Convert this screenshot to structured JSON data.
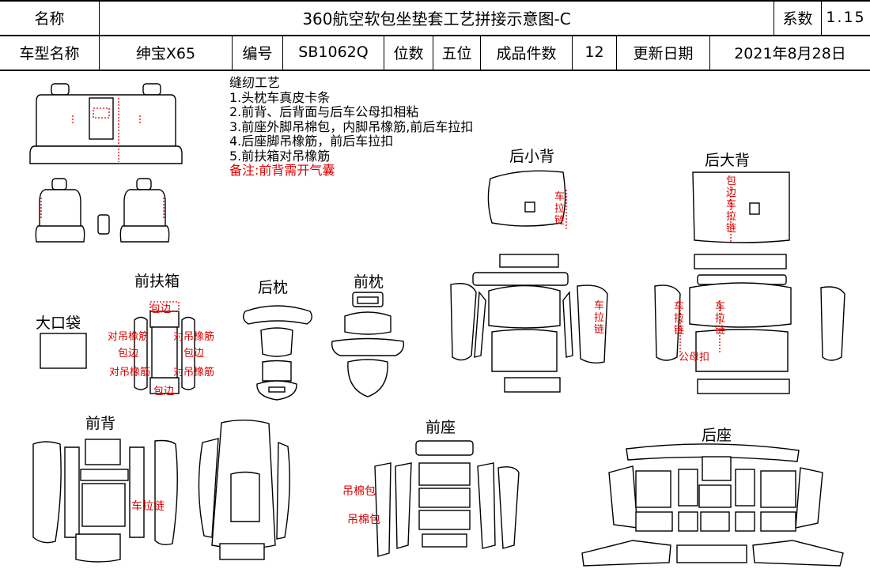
{
  "header": {
    "name_label": "名称",
    "title": "360航空软包坐垫套工艺拼接示意图-C",
    "coef_label": "系数",
    "coef_value": "1.15",
    "model_label": "车型名称",
    "model_value": "绅宝X65",
    "code_label": "编号",
    "code_value": "SB1062Q",
    "seat_label": "位数",
    "seat_value": "五位",
    "count_label": "成品件数",
    "count_value": "12",
    "date_label": "更新日期",
    "date_value": "2021年8月28日"
  },
  "notes": {
    "title": "缝纫工艺",
    "items": [
      "1.头枕车真皮卡条",
      "2.前背、后背面与后车公母扣相粘",
      "3.前座外脚吊棉包，内脚吊橡筋,前后车拉扣",
      "4.后座脚吊橡筋，前后车拉扣",
      "5.前扶箱对吊橡筋"
    ],
    "remark": "备注:前背需开气囊"
  },
  "sections": {
    "rear_small_back": "后小背",
    "rear_big_back": "后大背",
    "front_armrest": "前扶箱",
    "rear_headrest": "后枕",
    "front_headrest": "前枕",
    "big_pocket": "大口袋",
    "front_back": "前背",
    "front_seat": "前座",
    "rear_seat": "后座"
  },
  "annotations": {
    "zip": "车拉链",
    "edge_zip": "包边车拉链",
    "snap": "公母扣",
    "binding": "包边",
    "elastic": "对吊橡筋",
    "cotton": "吊棉包"
  },
  "colors": {
    "line": "#000000",
    "annotation": "#dd0000"
  }
}
